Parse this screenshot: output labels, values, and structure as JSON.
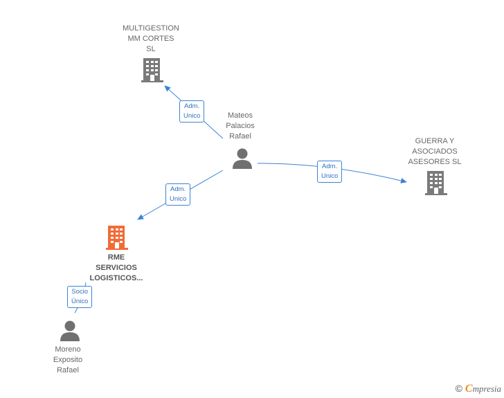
{
  "colors": {
    "edge": "#3b82d6",
    "company_default": "#7a7a7a",
    "company_highlight": "#f26b36",
    "person": "#707070"
  },
  "nodes": {
    "multigestion": {
      "lines": [
        "MULTIGESTION",
        "MM CORTES",
        "SL"
      ],
      "icon": "building-icon"
    },
    "mateos": {
      "lines": [
        "Mateos",
        "Palacios",
        "Rafael"
      ],
      "icon": "person-icon"
    },
    "guerra": {
      "lines": [
        "GUERRA Y",
        "ASOCIADOS",
        "ASESORES  SL"
      ],
      "icon": "building-icon"
    },
    "rme": {
      "lines": [
        "RME",
        "SERVICIOS",
        "LOGISTICOS..."
      ],
      "icon": "building-icon"
    },
    "moreno": {
      "lines": [
        "Moreno",
        "Exposito",
        "Rafael"
      ],
      "icon": "person-icon"
    }
  },
  "edges": {
    "mateos_multigestion": [
      "Adm.",
      "Unico"
    ],
    "mateos_guerra": [
      "Adm.",
      "Unico"
    ],
    "mateos_rme": [
      "Adm.",
      "Unico"
    ],
    "moreno_rme": [
      "Socio",
      "Único"
    ]
  },
  "brand": {
    "copyright": "©",
    "initial": "C",
    "rest": "mpresia"
  }
}
